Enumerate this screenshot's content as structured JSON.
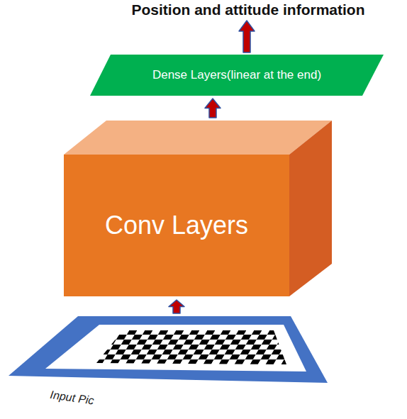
{
  "diagram": {
    "title": "Position and attitude information",
    "nodes": [
      {
        "text": [
          "Input Pic"
        ]
      },
      {
        "text": [
          "Conv Layers"
        ]
      },
      {
        "text": [
          "Dense Layers(linear at the end)"
        ]
      }
    ],
    "edges": [
      {
        "from": 0,
        "to": 1,
        "arrow": "to"
      },
      {
        "from": 1,
        "to": 2,
        "arrow": "to"
      }
    ]
  }
}
